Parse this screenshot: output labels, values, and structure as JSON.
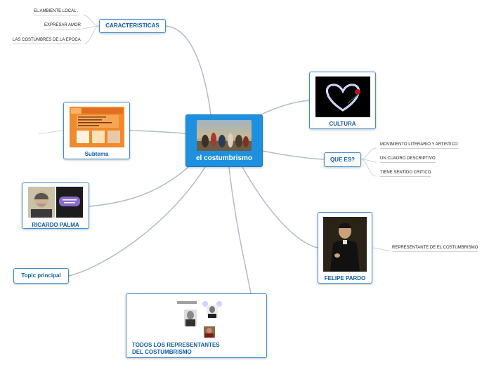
{
  "map": {
    "central": {
      "label": "el costumbrismo"
    },
    "caracteristicas": {
      "label": "CARACTERISTICAS",
      "items": [
        "EL AMBIENTE LOCAL .",
        "EXPRESAR AMOR",
        "LAS COSTUMBRES DE LA EPOCA"
      ]
    },
    "cultura": {
      "label": "CULTURA"
    },
    "que_es": {
      "label": "QUE ES?",
      "items": [
        "MOVIMIENTO LITERARIO Y ARTISTICO",
        "UN CUADRO DESCRIPTIVO",
        "TIENE SENTIDO CRITICO"
      ]
    },
    "subtema": {
      "label": "Subtema"
    },
    "ricardo_palma": {
      "label": "RICARDO PALMA"
    },
    "felipe_pardo": {
      "label": "FELIPE PARDO",
      "items": [
        "REPRESENTANTE DE EL COSTUMBRISMO"
      ]
    },
    "topic_principal": {
      "label": "Topic principal"
    },
    "todos": {
      "label": "TODOS LOS REPRESENTANTES DEL COSTUMBRISMO"
    }
  },
  "colors": {
    "accent": "#1e90e0",
    "node_border": "#3d8ed1",
    "node_text": "#0d5aa7",
    "link": "#b3bcc8"
  }
}
